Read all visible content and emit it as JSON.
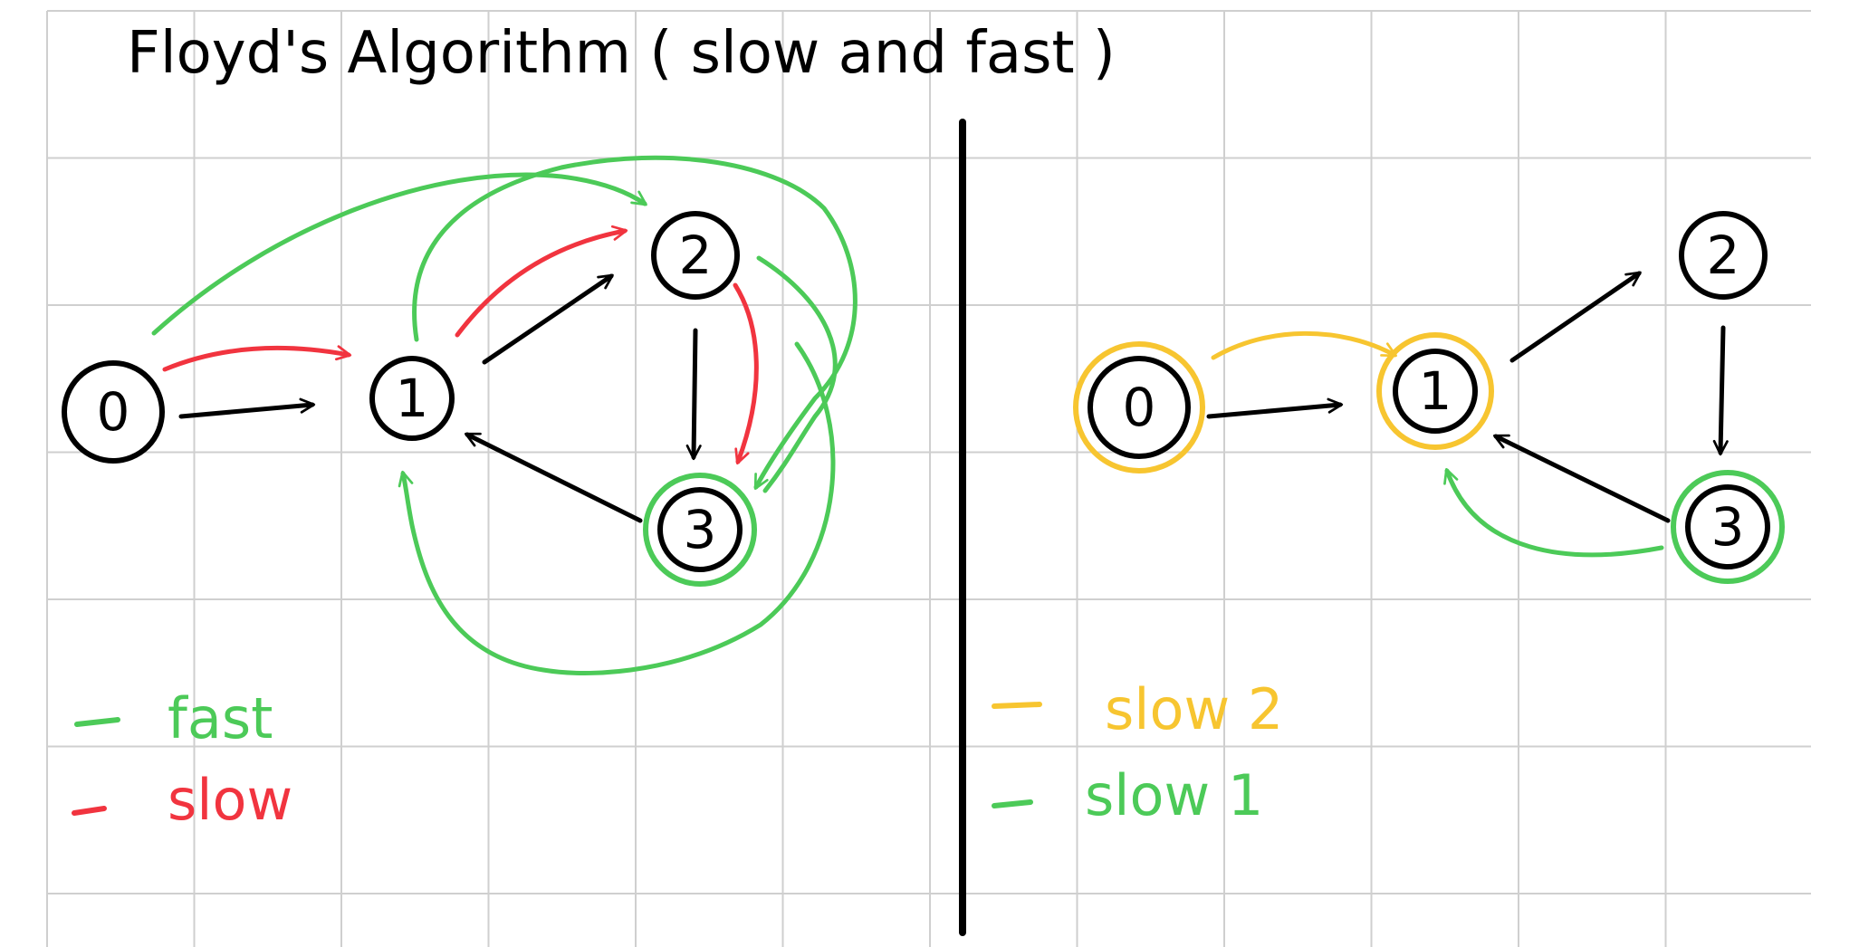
{
  "title": "Floyd's Algorithm ( slow and fast )",
  "colors": {
    "ink": "#000000",
    "grid": "#cfcfcf",
    "fast": "#4cca58",
    "slow": "#f1343f",
    "slow2": "#f7c530",
    "slow1": "#4cca58"
  },
  "left_panel": {
    "nodes": [
      {
        "id": "0",
        "label": "0"
      },
      {
        "id": "1",
        "label": "1"
      },
      {
        "id": "2",
        "label": "2"
      },
      {
        "id": "3",
        "label": "3"
      }
    ],
    "edges": [
      {
        "from": "0",
        "to": "1"
      },
      {
        "from": "1",
        "to": "2"
      },
      {
        "from": "2",
        "to": "3"
      },
      {
        "from": "3",
        "to": "1"
      }
    ],
    "legend": [
      {
        "key": "fast",
        "label": "fast"
      },
      {
        "key": "slow",
        "label": "slow"
      }
    ]
  },
  "right_panel": {
    "nodes": [
      {
        "id": "0",
        "label": "0"
      },
      {
        "id": "1",
        "label": "1"
      },
      {
        "id": "2",
        "label": "2"
      },
      {
        "id": "3",
        "label": "3"
      }
    ],
    "edges": [
      {
        "from": "0",
        "to": "1"
      },
      {
        "from": "1",
        "to": "2"
      },
      {
        "from": "2",
        "to": "3"
      },
      {
        "from": "3",
        "to": "1"
      }
    ],
    "legend": [
      {
        "key": "slow2",
        "label": "slow 2"
      },
      {
        "key": "slow1",
        "label": "slow 1"
      }
    ]
  }
}
